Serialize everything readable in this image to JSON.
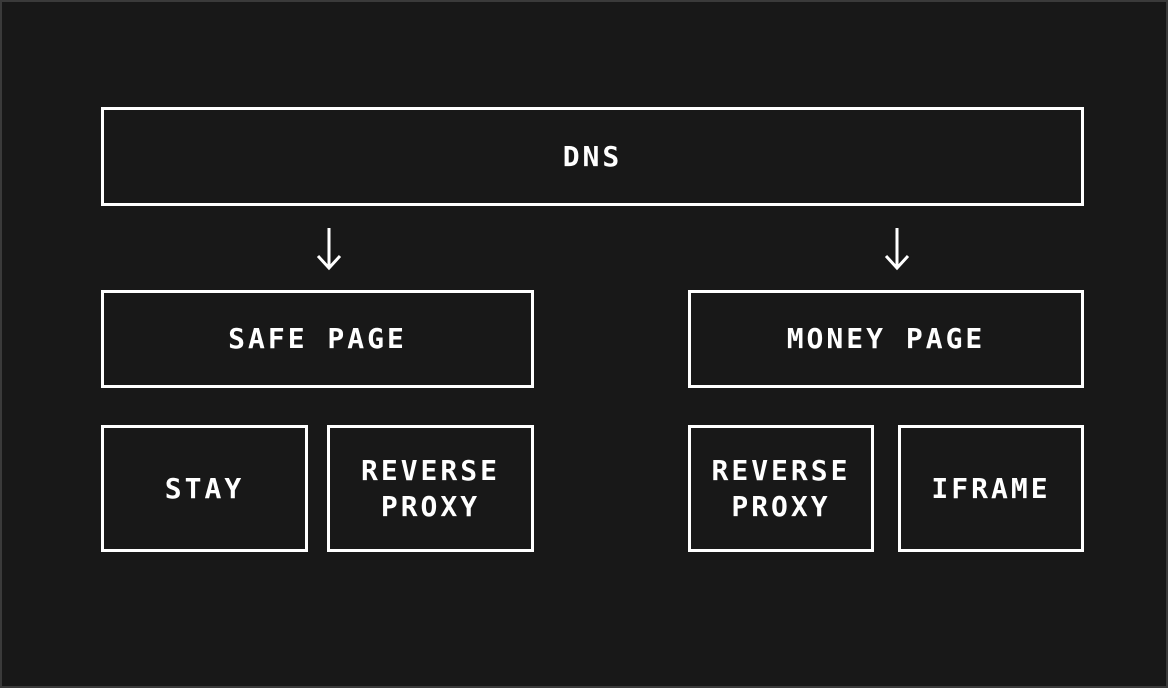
{
  "diagram": {
    "root": {
      "label": "DNS"
    },
    "branches": [
      {
        "label": "SAFE PAGE",
        "children": [
          {
            "lines": [
              "STAY"
            ]
          },
          {
            "lines": [
              "REVERSE",
              "PROXY"
            ]
          }
        ]
      },
      {
        "label": "MONEY PAGE",
        "children": [
          {
            "lines": [
              "REVERSE",
              "PROXY"
            ]
          },
          {
            "lines": [
              "IFRAME"
            ]
          }
        ]
      }
    ],
    "arrow_glyph": "down-arrow-icon",
    "colors": {
      "background": "#181818",
      "stroke": "#ffffff",
      "frame": "#3a3a3a"
    }
  }
}
